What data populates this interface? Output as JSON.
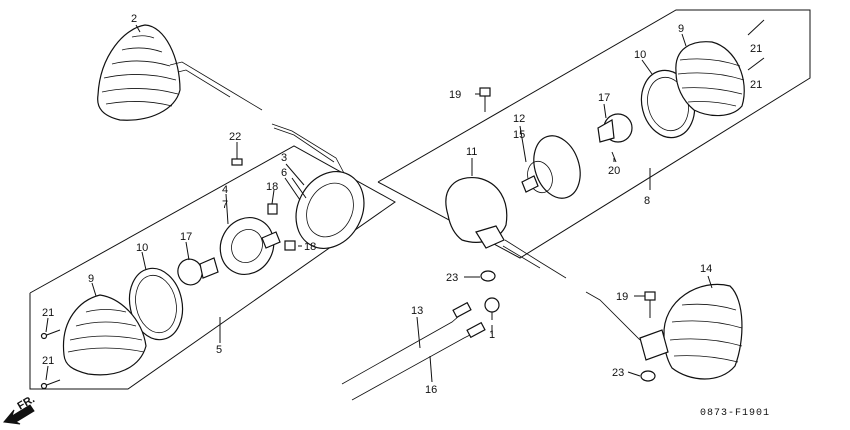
{
  "diagram": {
    "labels": {
      "p2": "2",
      "p22": "22",
      "p3": "3",
      "p6": "6",
      "p4": "4",
      "p7": "7",
      "p18a": "18",
      "p18b": "18",
      "p17a": "17",
      "p10a": "10",
      "p9a": "9",
      "p21a": "21",
      "p21b": "21",
      "p5": "5",
      "p19a": "19",
      "p12": "12",
      "p15": "15",
      "p11": "11",
      "p17b": "17",
      "p10b": "10",
      "p9b": "9",
      "p21c": "21",
      "p21d": "21",
      "p20": "20",
      "p8": "8",
      "p23a": "23",
      "p13": "13",
      "p1": "1",
      "p16": "16",
      "p14": "14",
      "p19b": "19",
      "p23b": "23"
    },
    "front_marker": "FR.",
    "code": "0873-F1901"
  }
}
